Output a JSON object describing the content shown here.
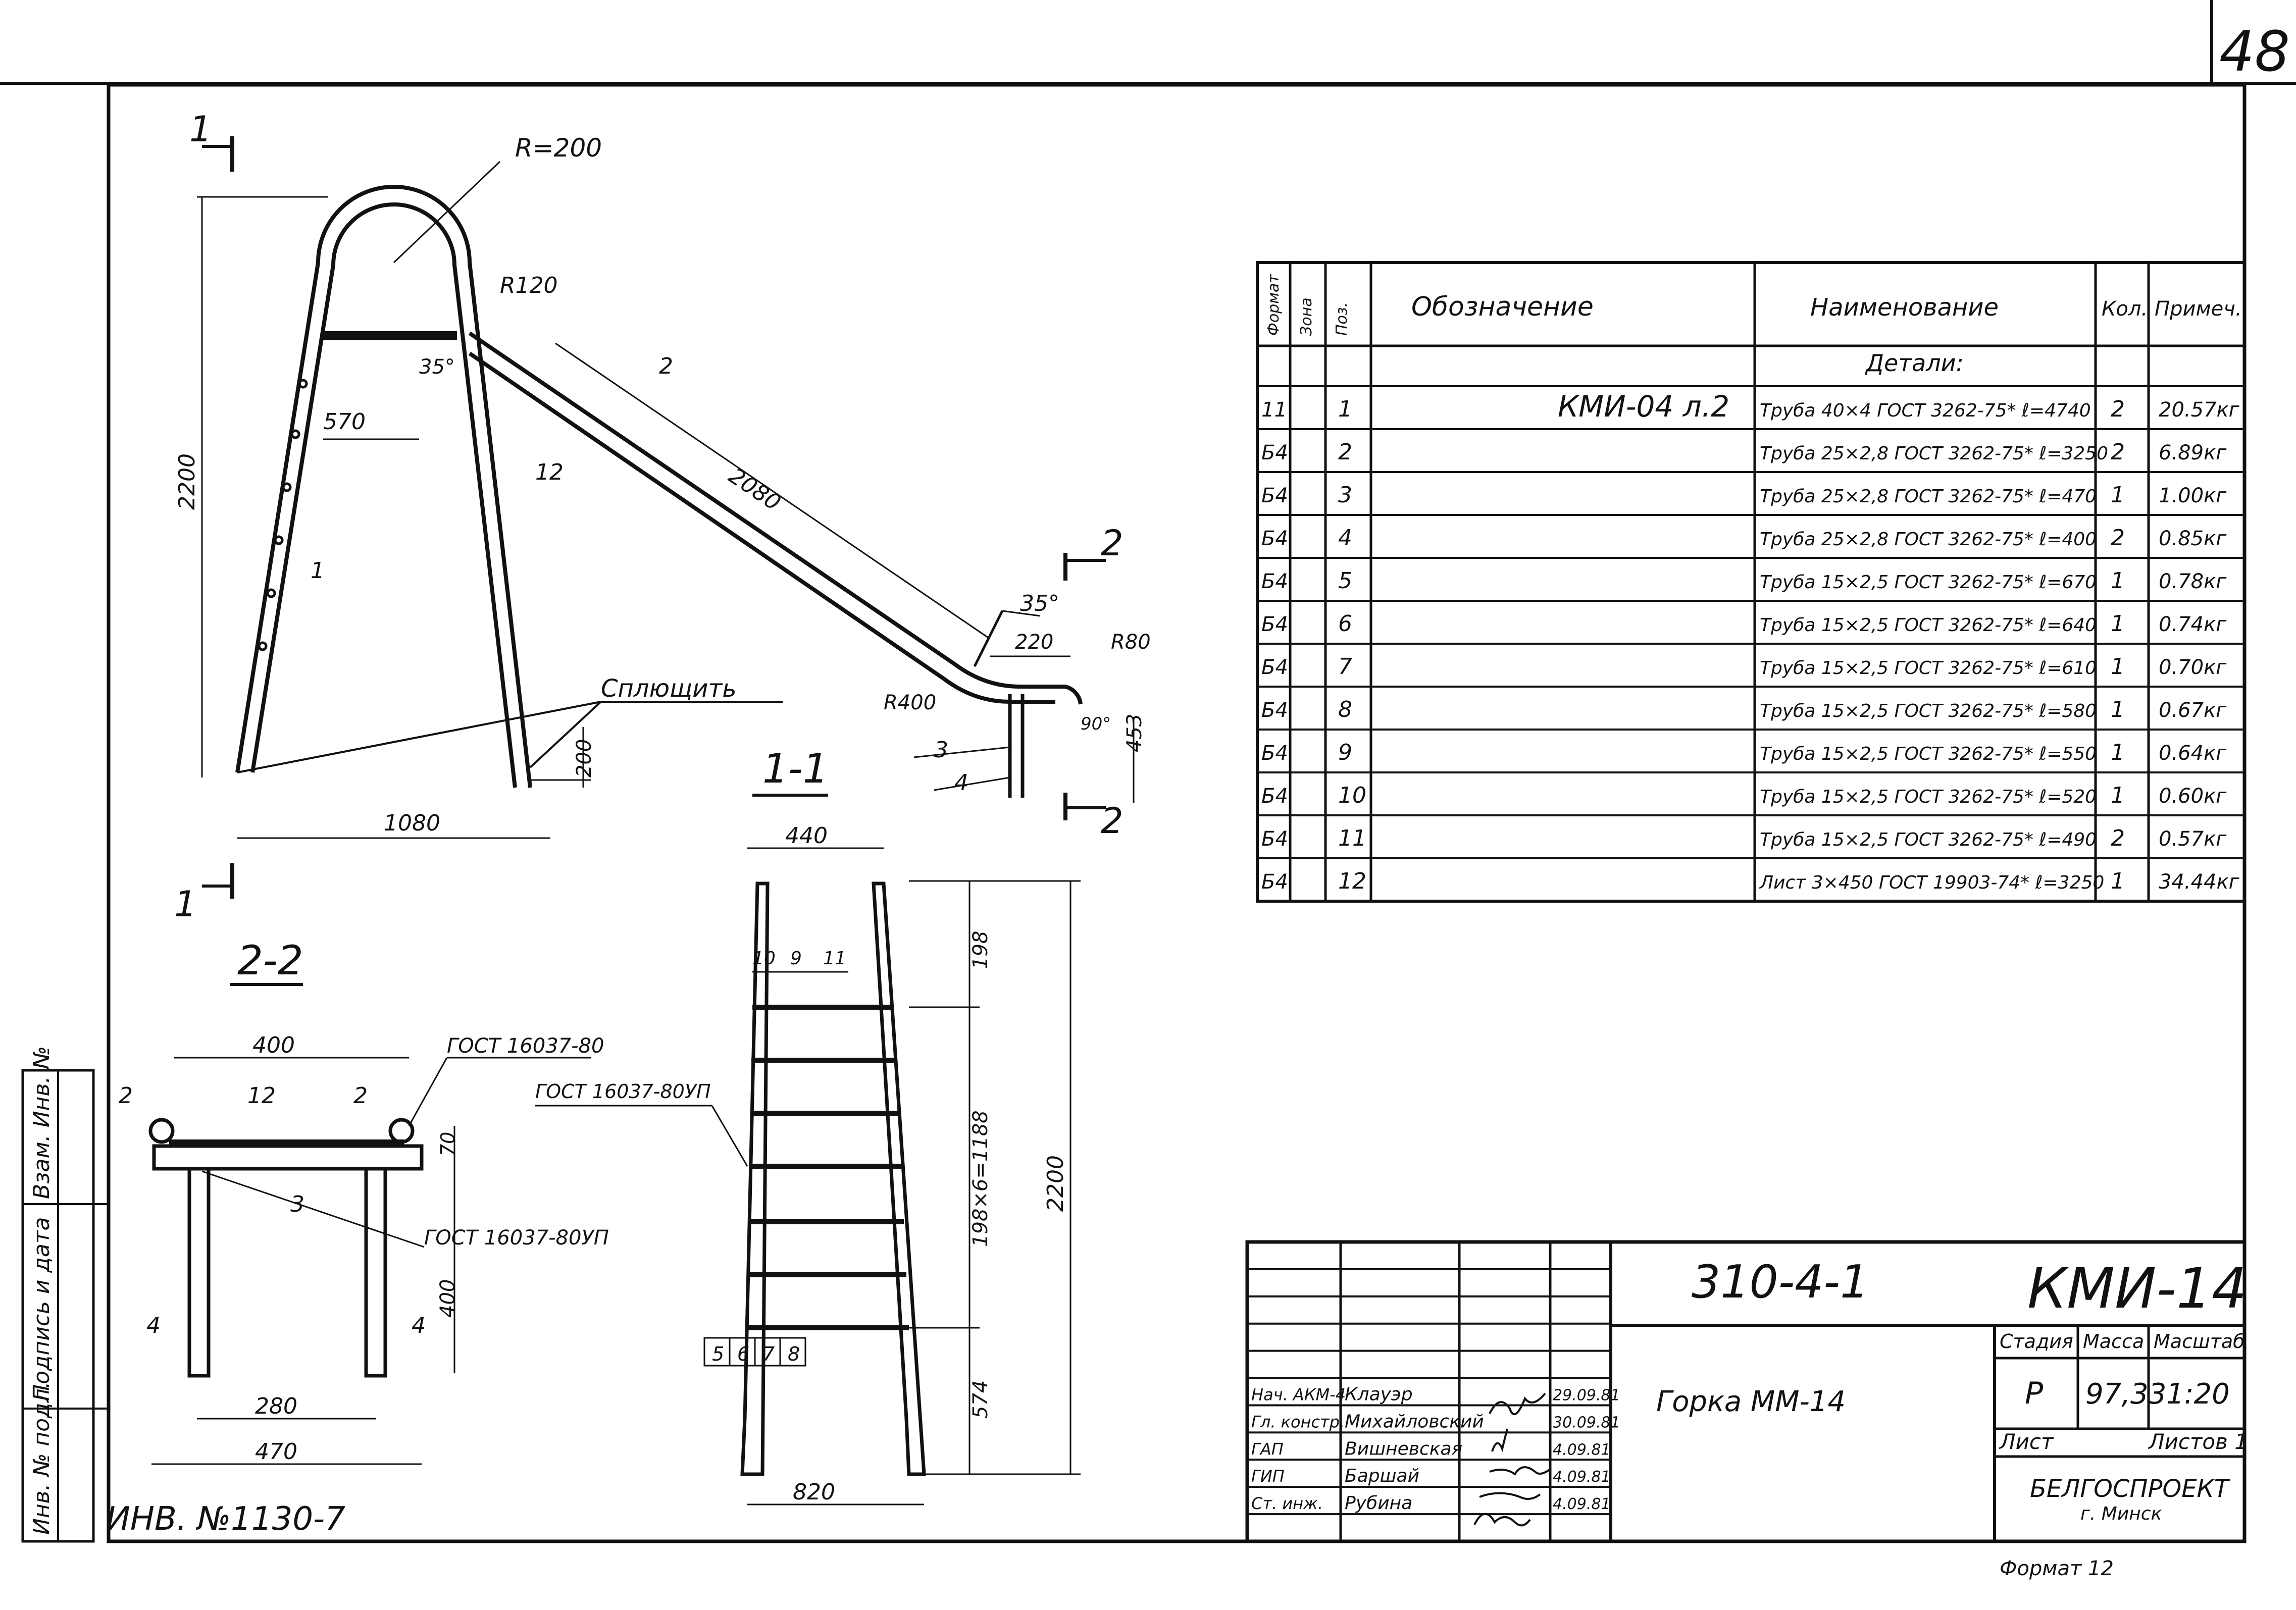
{
  "frame": {
    "sheet_no": "48",
    "inventory": "ИНВ. №1130-7",
    "format": "Формат 12"
  },
  "side_stamp": [
    "Взам. Инв. №",
    "Подпись и дата",
    "Инв. № подл."
  ],
  "main_view": {
    "cut_1": "1",
    "cut_2": "2",
    "r200": "R=200",
    "r120": "R120",
    "a35a": "35°",
    "w570": "570",
    "h2200": "2200",
    "pos1": "1",
    "pos2": "2",
    "pos12": "12",
    "l2080": "2080",
    "a35b": "35°",
    "d220": "220",
    "r80": "R80",
    "r400": "R400",
    "a90": "90°",
    "d453": "453",
    "pos3": "3",
    "pos4": "4",
    "flatten": "Сплющить",
    "d200": "200",
    "w1080": "1080"
  },
  "section_1_1": {
    "title": "1-1",
    "w440": "440",
    "r10": "10",
    "r9": "9",
    "r11": "11",
    "gost": "ГОСТ 16037-80УП",
    "r5": "5",
    "r6": "6",
    "r7": "7",
    "r8": "8",
    "d198": "198",
    "d198x6": "198×6=1188",
    "d574": "574",
    "h2200": "2200",
    "w820": "820"
  },
  "section_2_2": {
    "title": "2-2",
    "w400": "400",
    "gost_top": "ГОСТ 16037-80",
    "p2": "2",
    "p12": "12",
    "d70": "70",
    "p3": "3",
    "gost_bot": "ГОСТ 16037-80УП",
    "h400": "400",
    "p4": "4",
    "w280": "280",
    "w470": "470"
  },
  "spec_table": {
    "headers": [
      "Формат",
      "Зона",
      "Поз.",
      "Обозначение",
      "Наименование",
      "Кол.",
      "Примеч."
    ],
    "group_title": "Детали:",
    "rows": [
      {
        "format": "11",
        "pos": "1",
        "designation": "КМИ-04 л.2",
        "name": "Труба 40×4 ГОСТ 3262-75* ℓ=4740",
        "qty": "2",
        "note": "20.57кг"
      },
      {
        "format": "Б4",
        "pos": "2",
        "designation": "",
        "name": "Труба 25×2,8 ГОСТ 3262-75* ℓ=3250",
        "qty": "2",
        "note": "6.89кг"
      },
      {
        "format": "Б4",
        "pos": "3",
        "designation": "",
        "name": "Труба 25×2,8 ГОСТ 3262-75* ℓ=470",
        "qty": "1",
        "note": "1.00кг"
      },
      {
        "format": "Б4",
        "pos": "4",
        "designation": "",
        "name": "Труба 25×2,8 ГОСТ 3262-75* ℓ=400",
        "qty": "2",
        "note": "0.85кг"
      },
      {
        "format": "Б4",
        "pos": "5",
        "designation": "",
        "name": "Труба 15×2,5 ГОСТ 3262-75* ℓ=670",
        "qty": "1",
        "note": "0.78кг"
      },
      {
        "format": "Б4",
        "pos": "6",
        "designation": "",
        "name": "Труба 15×2,5 ГОСТ 3262-75* ℓ=640",
        "qty": "1",
        "note": "0.74кг"
      },
      {
        "format": "Б4",
        "pos": "7",
        "designation": "",
        "name": "Труба 15×2,5 ГОСТ 3262-75* ℓ=610",
        "qty": "1",
        "note": "0.70кг"
      },
      {
        "format": "Б4",
        "pos": "8",
        "designation": "",
        "name": "Труба 15×2,5 ГОСТ 3262-75* ℓ=580",
        "qty": "1",
        "note": "0.67кг"
      },
      {
        "format": "Б4",
        "pos": "9",
        "designation": "",
        "name": "Труба 15×2,5 ГОСТ 3262-75* ℓ=550",
        "qty": "1",
        "note": "0.64кг"
      },
      {
        "format": "Б4",
        "pos": "10",
        "designation": "",
        "name": "Труба 15×2,5 ГОСТ 3262-75* ℓ=520",
        "qty": "1",
        "note": "0.60кг"
      },
      {
        "format": "Б4",
        "pos": "11",
        "designation": "",
        "name": "Труба 15×2,5 ГОСТ 3262-75* ℓ=490",
        "qty": "2",
        "note": "0.57кг"
      },
      {
        "format": "Б4",
        "pos": "12",
        "designation": "",
        "name": "Лист 3×450 ГОСТ 19903-74* ℓ=3250",
        "qty": "1",
        "note": "34.44кг"
      }
    ]
  },
  "title_block": {
    "code": "310-4-1",
    "designation": "КМИ-14",
    "name": "Горка ММ-14",
    "stage_h": "Стадия",
    "mass_h": "Масса",
    "scale_h": "Масштаб",
    "stage": "Р",
    "mass": "97,33",
    "scale": "1:20",
    "sheet_h": "Лист",
    "sheets_h": "Листов 1",
    "org": "БЕЛГОСПРОЕКТ",
    "city": "г. Минск",
    "signatures": [
      {
        "role": "Нач. АКМ-4",
        "name": "Клауэр",
        "date": "29.09.81"
      },
      {
        "role": "Гл. констр.",
        "name": "Михайловский",
        "date": "30.09.81"
      },
      {
        "role": "ГАП",
        "name": "Вишневская",
        "date": "4.09.81"
      },
      {
        "role": "ГИП",
        "name": "Баршай",
        "date": "4.09.81"
      },
      {
        "role": "Ст. инж.",
        "name": "Рубина",
        "date": "4.09.81"
      }
    ]
  }
}
